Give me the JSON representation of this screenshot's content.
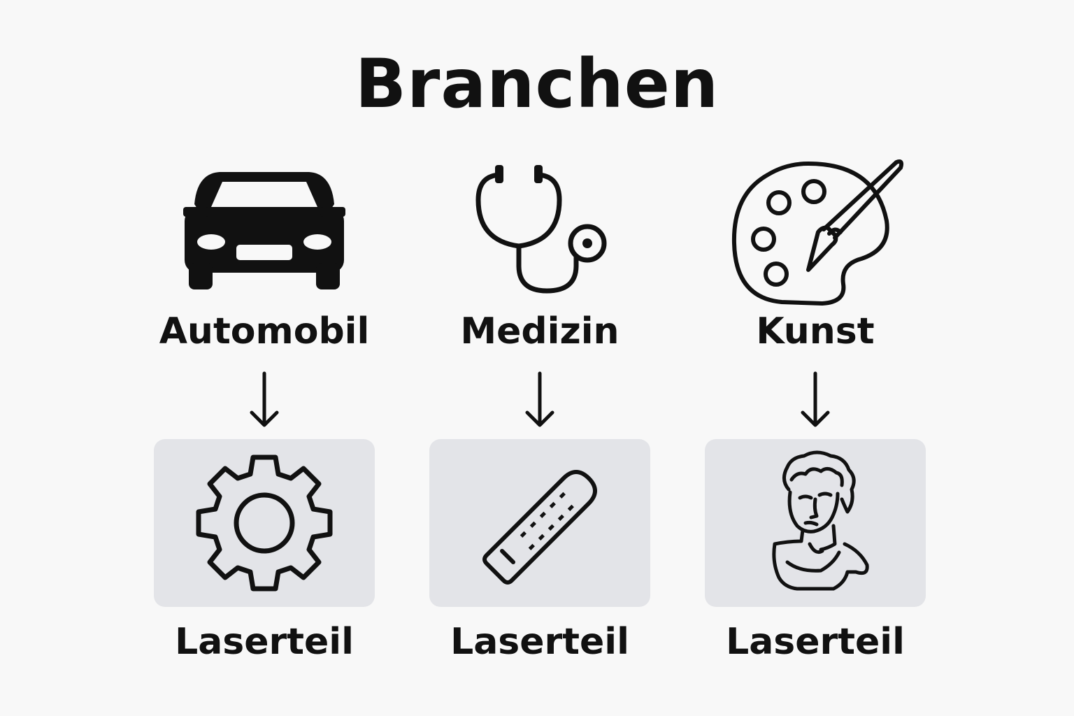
{
  "title": "Branchen",
  "industries": [
    {
      "label": "Automobil",
      "icon": "car-icon",
      "part_icon": "gear-icon",
      "part_label": "Laserteil"
    },
    {
      "label": "Medizin",
      "icon": "stethoscope-icon",
      "part_icon": "thermometer-icon",
      "part_label": "Laserteil"
    },
    {
      "label": "Kunst",
      "icon": "palette-icon",
      "part_icon": "bust-sculpture-icon",
      "part_label": "Laserteil"
    }
  ],
  "colors": {
    "background": "#f8f8f8",
    "card": "#e3e4e8",
    "ink": "#111111"
  }
}
